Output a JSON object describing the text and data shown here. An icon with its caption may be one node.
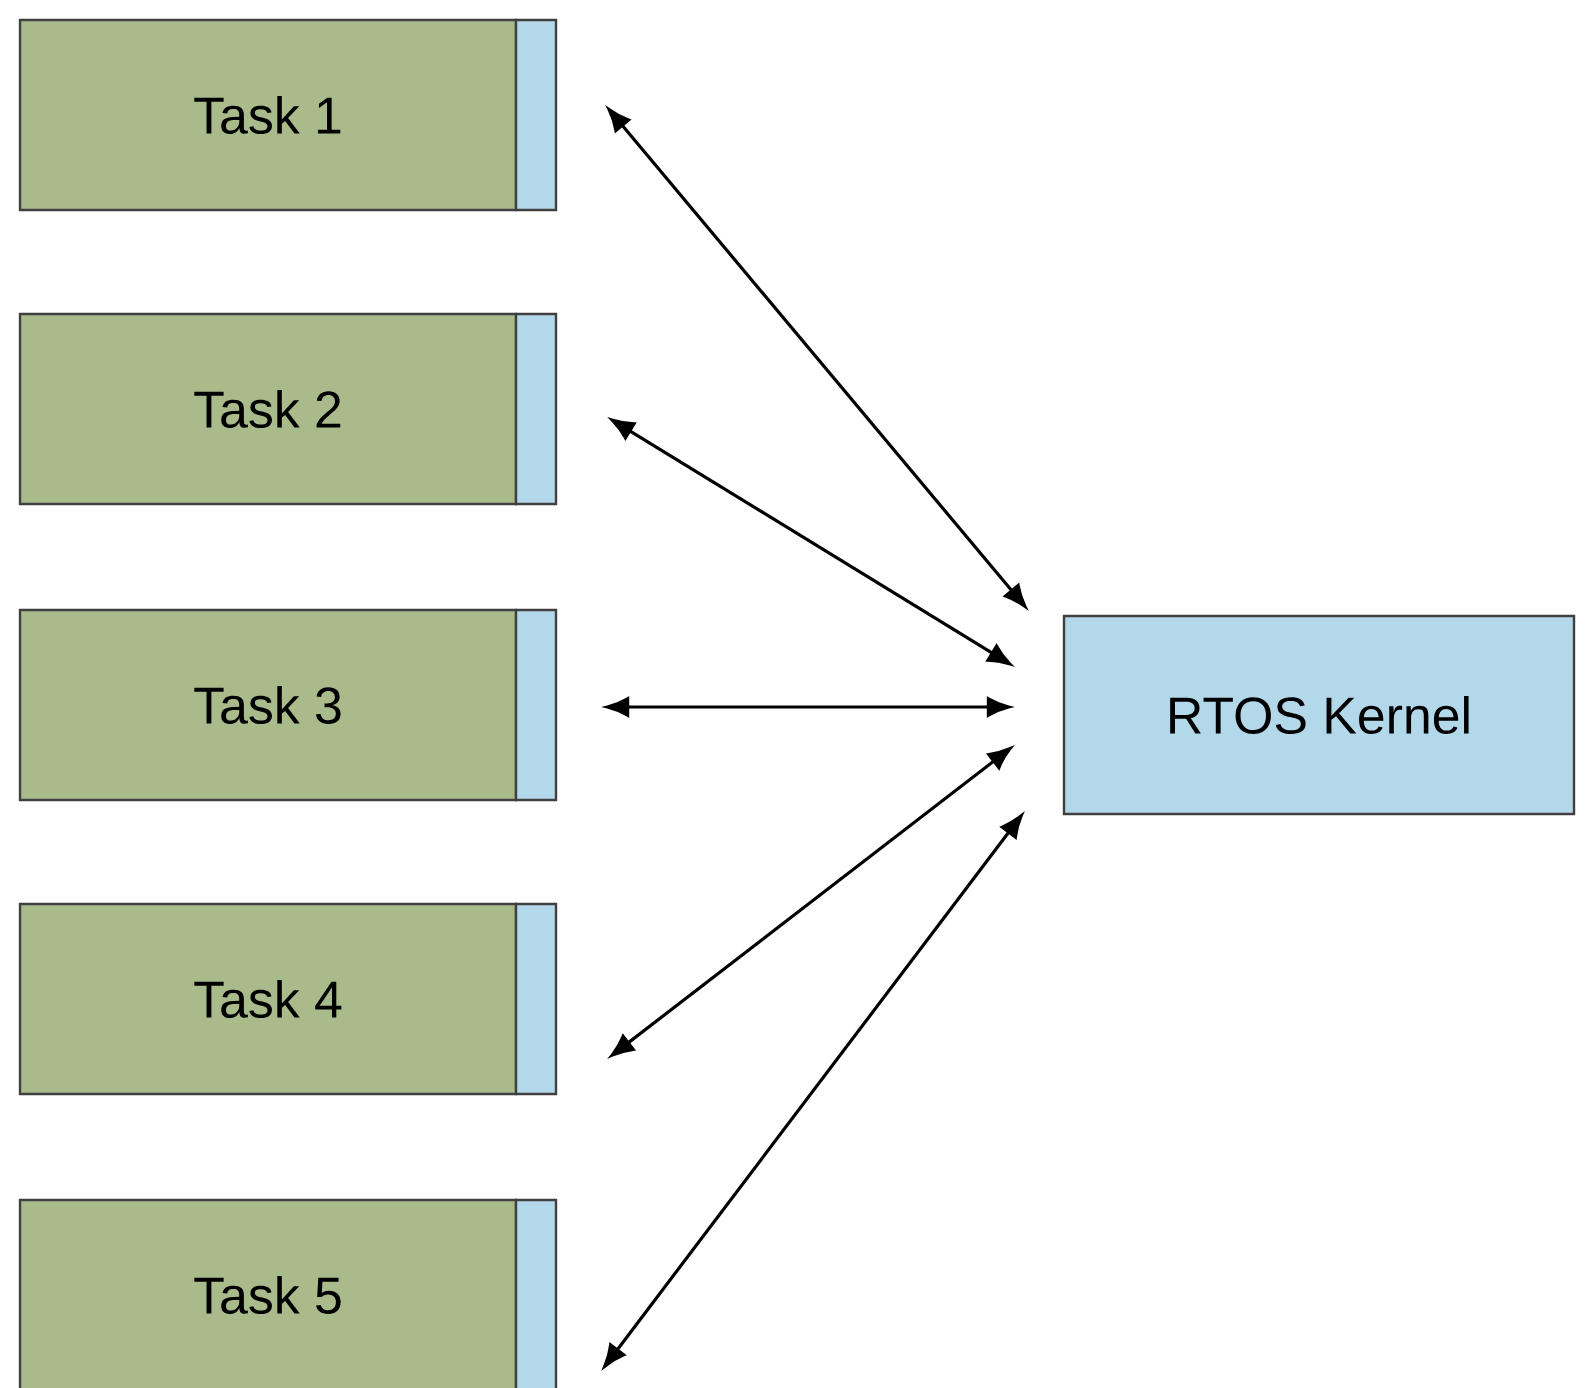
{
  "diagram": {
    "nodes": [
      {
        "text": [
          "Task 1"
        ]
      },
      {
        "text": [
          "Task 2"
        ]
      },
      {
        "text": [
          "Task 3"
        ]
      },
      {
        "text": [
          "Task 4"
        ]
      },
      {
        "text": [
          "Task 5"
        ]
      },
      {
        "text": [
          "RTOS Kernel"
        ]
      }
    ],
    "edges": [
      {
        "from": 0,
        "to": 5,
        "arrow": "both"
      },
      {
        "from": 1,
        "to": 5,
        "arrow": "both"
      },
      {
        "from": 2,
        "to": 5,
        "arrow": "both"
      },
      {
        "from": 3,
        "to": 5,
        "arrow": "both"
      },
      {
        "from": 4,
        "to": 5,
        "arrow": "both"
      }
    ]
  }
}
